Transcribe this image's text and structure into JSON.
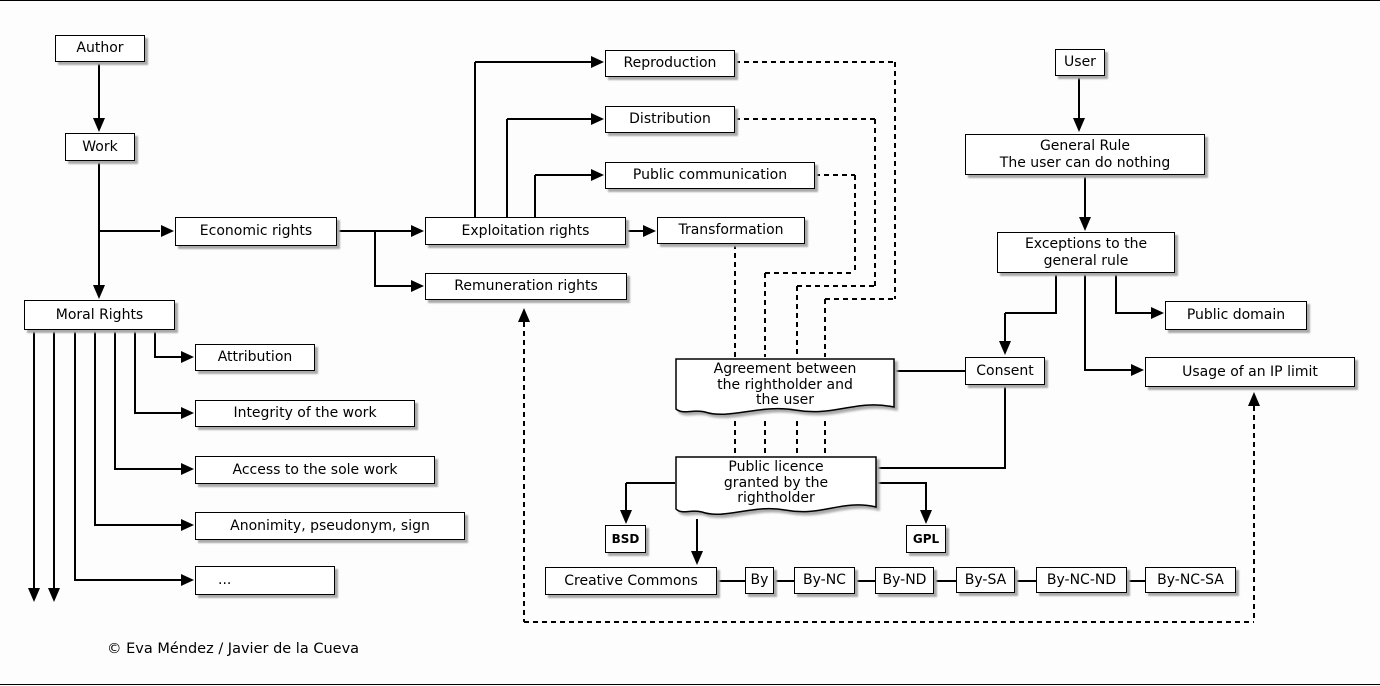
{
  "nodes": {
    "author": "Author",
    "work": "Work",
    "economic_rights": "Economic rights",
    "moral_rights": "Moral Rights",
    "attribution": "Attribution",
    "integrity": "Integrity of the work",
    "access": "Access to the sole work",
    "anonimity": "Anonimity, pseudonym, sign",
    "more": "...",
    "exploitation_rights": "Exploitation rights",
    "transformation": "Transformation",
    "remuneration_rights": "Remuneration rights",
    "reproduction": "Reproduction",
    "distribution": "Distribution",
    "public_communication": "Public communication",
    "user": "User",
    "general_rule_line1": "General Rule",
    "general_rule_line2": "The user can do nothing",
    "exceptions_line1": "Exceptions to the",
    "exceptions_line2": "general rule",
    "public_domain": "Public domain",
    "ip_limit": "Usage of an IP limit",
    "consent": "Consent",
    "agreement_line1": "Agreement between",
    "agreement_line2": "the rightholder and",
    "agreement_line3": "the user",
    "public_licence_line1": "Public licence",
    "public_licence_line2": "granted by the",
    "public_licence_line3": "rightholder",
    "bsd": "BSD",
    "gpl": "GPL",
    "creative_commons": "Creative Commons",
    "by": "By",
    "by_nc": "By-NC",
    "by_nd": "By-ND",
    "by_sa": "By-SA",
    "by_nc_nd": "By-NC-ND",
    "by_nc_sa": "By-NC-SA"
  },
  "footer_credit": "© Eva Méndez / Javier de la Cueva"
}
